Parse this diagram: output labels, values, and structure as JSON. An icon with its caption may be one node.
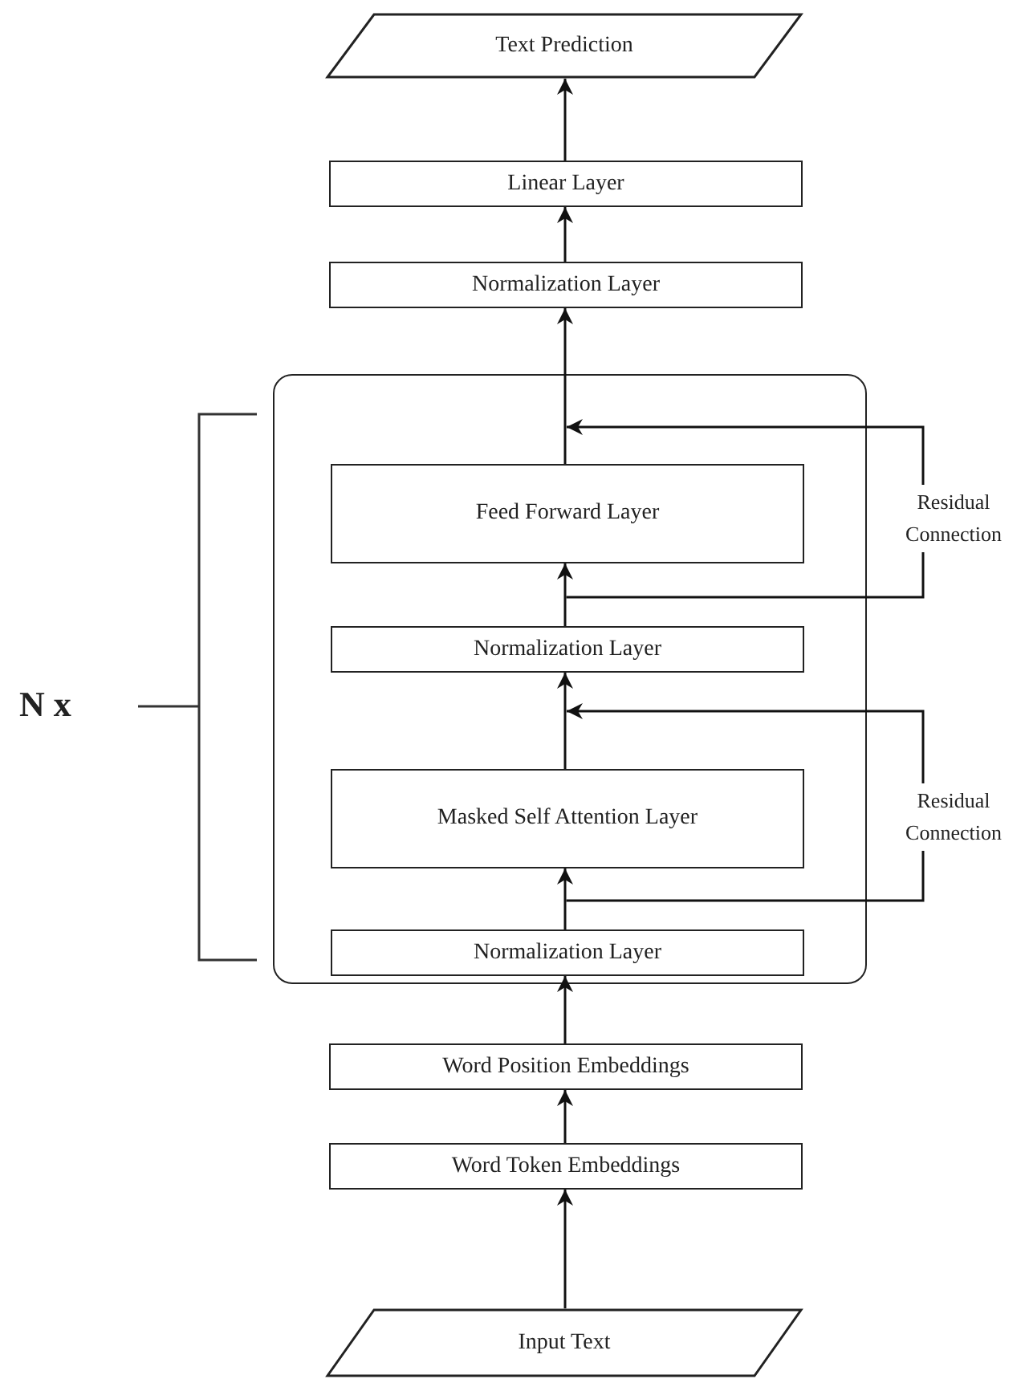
{
  "diagram": {
    "nodes": [
      {
        "text": [
          "Text Prediction"
        ]
      },
      {
        "text": [
          "Linear Layer"
        ]
      },
      {
        "text": [
          "Normalization Layer"
        ]
      },
      {
        "text": [],
        "shape": "box"
      },
      {
        "text": [
          "Feed Forward Layer"
        ],
        "in": 3
      },
      {
        "text": [
          "Normalization Layer"
        ],
        "in": 3
      },
      {
        "text": [
          "Masked Self Attention Layer"
        ],
        "in": 3
      },
      {
        "text": [
          "Normalization Layer"
        ],
        "in": 3
      },
      {
        "text": [
          "Word Position Embeddings"
        ]
      },
      {
        "text": [
          "Word Token Embeddings"
        ]
      },
      {
        "text": [
          "Input Text"
        ]
      },
      {
        "text": [
          "Residual Connection"
        ]
      },
      {
        "text": [
          "Residual Connection"
        ]
      }
    ],
    "edges": [
      {
        "from": 10,
        "to": 9,
        "arrow": "to"
      },
      {
        "from": 9,
        "to": 8,
        "arrow": "to"
      },
      {
        "from": 8,
        "to": 7,
        "arrow": "to"
      },
      {
        "from": 7,
        "to": 6,
        "arrow": "to"
      },
      {
        "from": 6,
        "to": 5,
        "arrow": "to"
      },
      {
        "from": 5,
        "to": 4,
        "arrow": "to"
      },
      {
        "from": 4,
        "to": 2,
        "arrow": "to"
      },
      {
        "from": 2,
        "to": 1,
        "arrow": "to"
      },
      {
        "from": 1,
        "to": 0,
        "arrow": "to"
      },
      {
        "from": 5,
        "to": 11,
        "arrow": "none"
      },
      {
        "from": 11,
        "to": 4,
        "arrow": "to"
      },
      {
        "from": 7,
        "to": 12,
        "arrow": "none"
      },
      {
        "from": 12,
        "to": 5,
        "arrow": "to"
      }
    ],
    "labels": [
      "N x"
    ]
  }
}
